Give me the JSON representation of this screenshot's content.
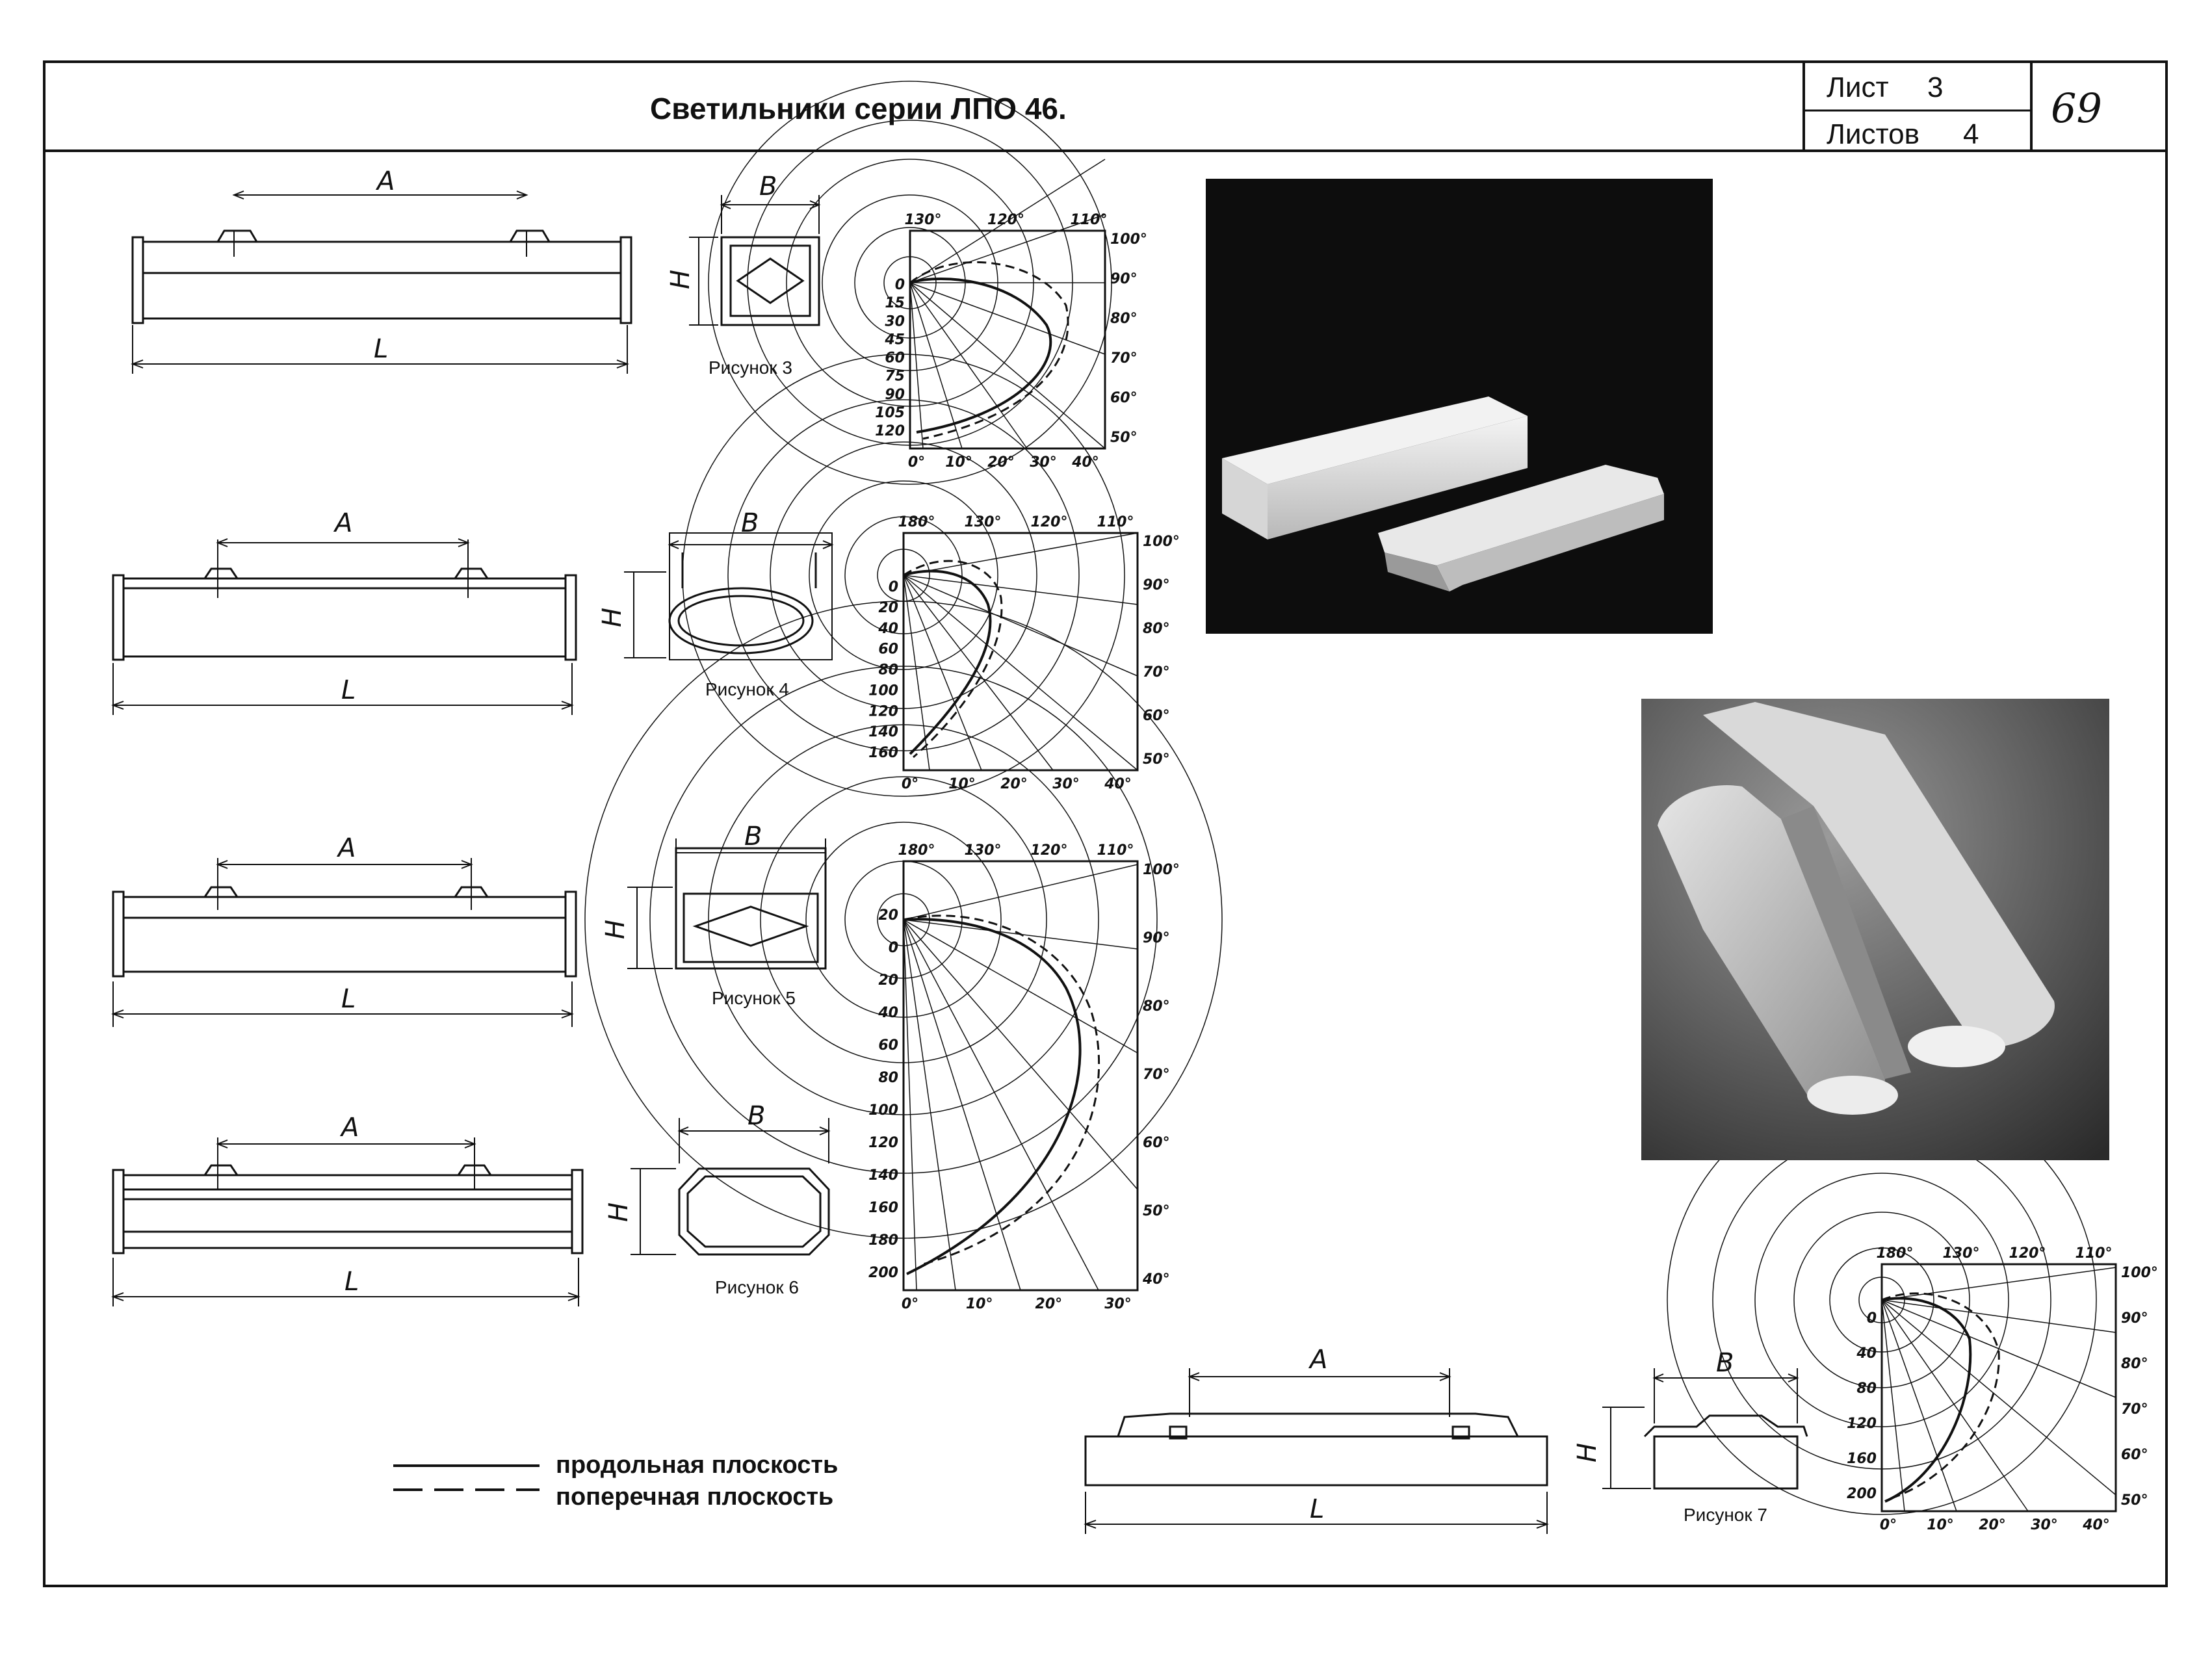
{
  "header": {
    "title": "Светильники серии ЛПО 46.",
    "sheet_label": "Лист",
    "sheet_value": "3",
    "sheets_label": "Листов",
    "sheets_value": "4",
    "page_number": "69"
  },
  "dim_labels": {
    "a": "A",
    "l": "L",
    "b": "B",
    "h": "H"
  },
  "figures": [
    {
      "caption": "Рисунок 3"
    },
    {
      "caption": "Рисунок 4"
    },
    {
      "caption": "Рисунок 5"
    },
    {
      "caption": "Рисунок 6"
    },
    {
      "caption": "Рисунок 7"
    }
  ],
  "polar_charts": [
    {
      "top_labels": [
        "130°",
        "120°",
        "110°"
      ],
      "left_labels": [
        "0",
        "15",
        "30",
        "45",
        "60",
        "75",
        "90",
        "105",
        "120"
      ],
      "right_labels": [
        "100°",
        "90°",
        "80°",
        "70°",
        "60°",
        "50°"
      ],
      "bottom_labels": [
        "0°",
        "10°",
        "20°",
        "30°",
        "40°"
      ]
    },
    {
      "top_labels": [
        "180°",
        "130°",
        "120°",
        "110°"
      ],
      "left_labels": [
        "0",
        "20",
        "40",
        "60",
        "80",
        "100",
        "120",
        "140",
        "160"
      ],
      "right_labels": [
        "100°",
        "90°",
        "80°",
        "70°",
        "60°",
        "50°"
      ],
      "bottom_labels": [
        "0°",
        "10°",
        "20°",
        "30°",
        "40°"
      ]
    },
    {
      "top_labels": [
        "180°",
        "130°",
        "120°",
        "110°"
      ],
      "left_labels": [
        "20",
        "0",
        "20",
        "40",
        "60",
        "80",
        "100",
        "120",
        "140",
        "160",
        "180",
        "200"
      ],
      "right_labels": [
        "100°",
        "90°",
        "80°",
        "70°",
        "60°",
        "50°",
        "40°"
      ],
      "bottom_labels": [
        "0°",
        "10°",
        "20°",
        "30°"
      ]
    },
    {
      "top_labels": [
        "180°",
        "130°",
        "120°",
        "110°"
      ],
      "left_labels": [
        "0",
        "40",
        "80",
        "120",
        "160",
        "200"
      ],
      "right_labels": [
        "100°",
        "90°",
        "80°",
        "70°",
        "60°",
        "50°"
      ],
      "bottom_labels": [
        "0°",
        "10°",
        "20°",
        "30°",
        "40°"
      ]
    }
  ],
  "legend": {
    "solid": "продольная плоскость",
    "dashed": "поперечная плоскость"
  }
}
